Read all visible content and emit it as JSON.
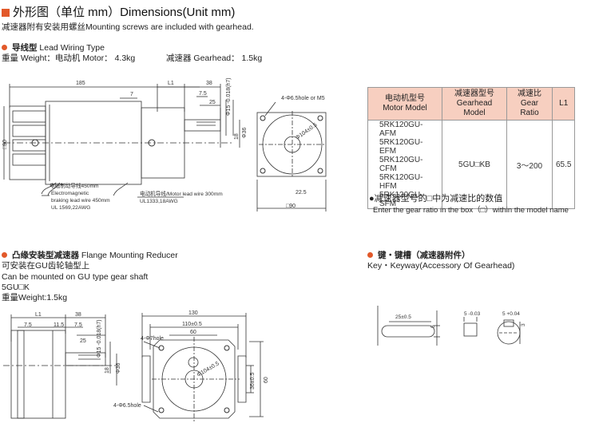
{
  "header": {
    "title": "外形图（单位 mm）Dimensions(Unit mm)",
    "note": "减速器附有安装用螺丝Mounting screws are included with gearhead."
  },
  "lead_wiring": {
    "heading_bold": "导线型",
    "heading_rest": " Lead Wiring Type",
    "weight_motor": "重量 Weight：电动机 Motor： 4.3kg",
    "weight_gearhead": "减速器 Gearhead： 1.5kg",
    "dims": {
      "d185": "185",
      "dL1": "L1",
      "d38": "38",
      "d7": "7",
      "d7_5": "7.5",
      "d25": "25",
      "d90": "□90",
      "shaft": "Φ15 -0.018(h7)",
      "d18": "18",
      "d36": "Φ36",
      "hole": "4-Φ6.5hole or M5",
      "pcd": "Φ104±0.5",
      "d22_5": "22.5",
      "sq90": "□90"
    },
    "brake_lead": [
      "电磁制动导线450mm",
      "Electromagnetic",
      "braking lead wire 450mm",
      "UL 1569,22AWG"
    ],
    "motor_lead": [
      "电动机导线/Motor lead wire 300mm",
      "UL1333,18AWG"
    ]
  },
  "spec_table": {
    "headers": [
      [
        "电动机型号",
        "Motor Model"
      ],
      [
        "减速器型号",
        "Gearhead Model"
      ],
      [
        "减速比",
        "Gear Ratio"
      ],
      [
        "L1",
        ""
      ]
    ],
    "motor_models": [
      "5RK120GU-AFM",
      "5RK120GU-EFM",
      "5RK120GU-CFM",
      "5RK120GU-HFM",
      "5RK120GU-SFM"
    ],
    "gearhead_model": "5GU□KB",
    "gear_ratio": "3～200",
    "l1": "65.5"
  },
  "table_note": {
    "cn": "●减速器型号的□中为减速比的数值",
    "en": "Enter the gear ratio in the box（□）within the model name"
  },
  "flange": {
    "heading_bold": "凸缘安装型减速器",
    "heading_rest": " Flange Mounting Reducer",
    "line1": "可安装在GU齿轮轴型上",
    "line2": "Can be mounted on GU type gear shaft",
    "line3": "5GU□K",
    "line4": "重量Weight:1.5kg",
    "dims": {
      "dL1": "L1",
      "d38": "38",
      "d7_5": "7.5",
      "d11_5": "11.5",
      "d7_5b": "7.5",
      "d25": "25",
      "shaft": "Φ15 -0.018(h7)",
      "d18": "18",
      "d36": "Φ36",
      "d130": "130",
      "d110": "110±0.5",
      "d60": "60",
      "hole7": "4-Φ7hole",
      "pcd": "Φ104±0.5",
      "d36b": "36±0.5",
      "d60b": "60",
      "hole65": "4-Φ6.5hole"
    }
  },
  "key": {
    "heading_bold": "键・键槽（减速器附件）",
    "subtitle": "Key・Keyway(Accessory Of Gearhead)",
    "dims": {
      "len": "25±0.5",
      "h5": "5",
      "w5": "5 -0.03",
      "w5b": "5 +0.04",
      "d3": "3"
    }
  }
}
